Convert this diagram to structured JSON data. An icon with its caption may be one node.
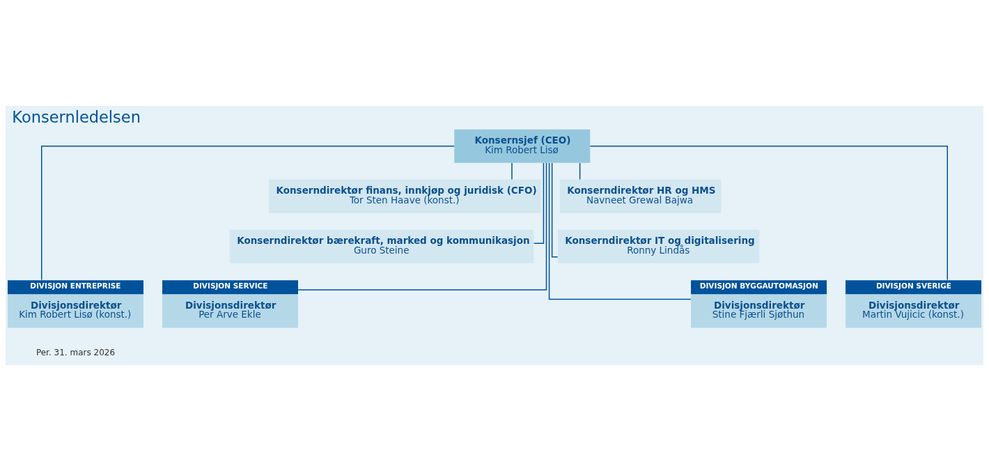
{
  "diagram": {
    "title": "Konsernledelsen",
    "nodes": [
      {
        "text": [
          "Konsernsjef (CEO)",
          "Kim Robert Lisø"
        ]
      },
      {
        "text": [
          "Konserndirektør finans, innkjøp og juridisk (CFO)",
          "Tor Sten Haave (konst.)"
        ]
      },
      {
        "text": [
          "Konserndirektør HR og HMS",
          "Navneet Grewal Bajwa"
        ]
      },
      {
        "text": [
          "Konserndirektør bærekraft, marked og kommunikasjon",
          "Guro Steine"
        ]
      },
      {
        "text": [
          "Konserndirektør IT og digitalisering",
          "Ronny Lindås"
        ]
      },
      {
        "text": [
          "DIVISJON ENTREPRISE",
          "Divisjonsdirektør",
          "Kim Robert Lisø (konst.)"
        ]
      },
      {
        "text": [
          "DIVISJON SERVICE",
          "Divisjonsdirektør",
          "Per Arve Ekle"
        ]
      },
      {
        "text": [
          "DIVISJON BYGGAUTOMASJON",
          "Divisjonsdirektør",
          "Stine Fjærli Sjøthun"
        ]
      },
      {
        "text": [
          "DIVISJON SVERIGE",
          "Divisjonsdirektør",
          "Martin Vujicic (konst.)"
        ]
      }
    ],
    "edges": [
      {
        "from": 0,
        "to": 1,
        "arrow": "none"
      },
      {
        "from": 0,
        "to": 2,
        "arrow": "none"
      },
      {
        "from": 0,
        "to": 3,
        "arrow": "none"
      },
      {
        "from": 0,
        "to": 4,
        "arrow": "none"
      },
      {
        "from": 0,
        "to": 5,
        "arrow": "none"
      },
      {
        "from": 0,
        "to": 6,
        "arrow": "none"
      },
      {
        "from": 0,
        "to": 7,
        "arrow": "none"
      },
      {
        "from": 0,
        "to": 8,
        "arrow": "none"
      }
    ],
    "labels": [
      "Per. 31. mars 2026"
    ]
  }
}
